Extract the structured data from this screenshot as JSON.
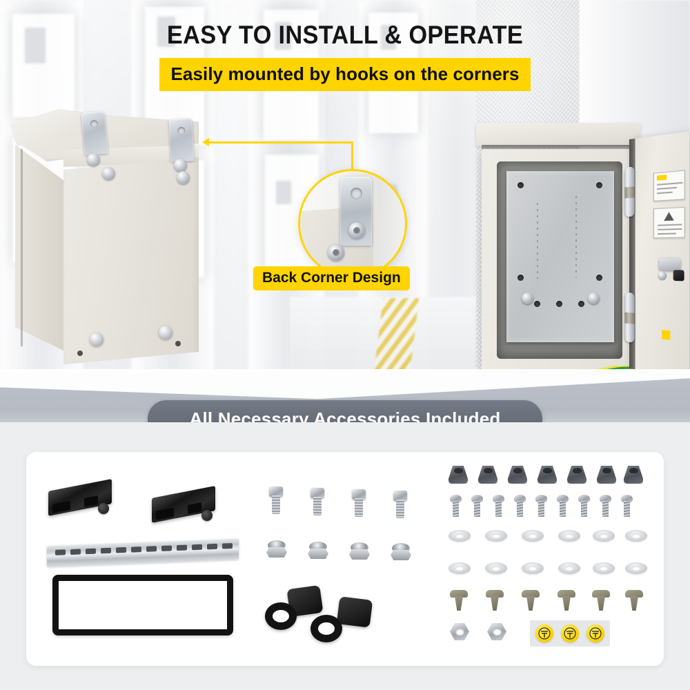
{
  "headline": "EASY TO INSTALL & OPERATE",
  "subheadline": "Easily mounted by hooks on the corners",
  "callout": {
    "badge_label": "Back Corner Design",
    "magnifier_subject": "corner-hook-bracket"
  },
  "banner": {
    "label": "All Necessary Accessories Included"
  },
  "colors": {
    "accent_yellow": "#FFD400",
    "banner_gray": "#5d626d",
    "enclosure_beige": "#e6e3dc",
    "text_dark": "#151515",
    "card_white": "#ffffff",
    "page_gray": "#eceef0"
  },
  "scene": {
    "left_product": "electrical-enclosure-rear-view-with-mounting-hooks",
    "right_product": "electrical-enclosure-open-door-with-mounting-plate",
    "background": "blurred-electrical-panel-room-with-textured-wall-column"
  },
  "accessories": [
    {
      "name": "mounting-bracket",
      "qty": 2
    },
    {
      "name": "din-rail",
      "qty": 1
    },
    {
      "name": "door-gasket",
      "qty": 1
    },
    {
      "name": "hex-bolt",
      "qty": 4
    },
    {
      "name": "flange-nut",
      "qty": 4
    },
    {
      "name": "cable-gland-cap",
      "qty": 2
    },
    {
      "name": "rubber-grommet",
      "qty": 7
    },
    {
      "name": "pan-head-screw",
      "qty": 9
    },
    {
      "name": "flat-washer",
      "qty": 12
    },
    {
      "name": "plastic-plug",
      "qty": 6
    },
    {
      "name": "hex-nut",
      "qty": 2
    },
    {
      "name": "ground-symbol-sticker",
      "qty": 3
    }
  ]
}
